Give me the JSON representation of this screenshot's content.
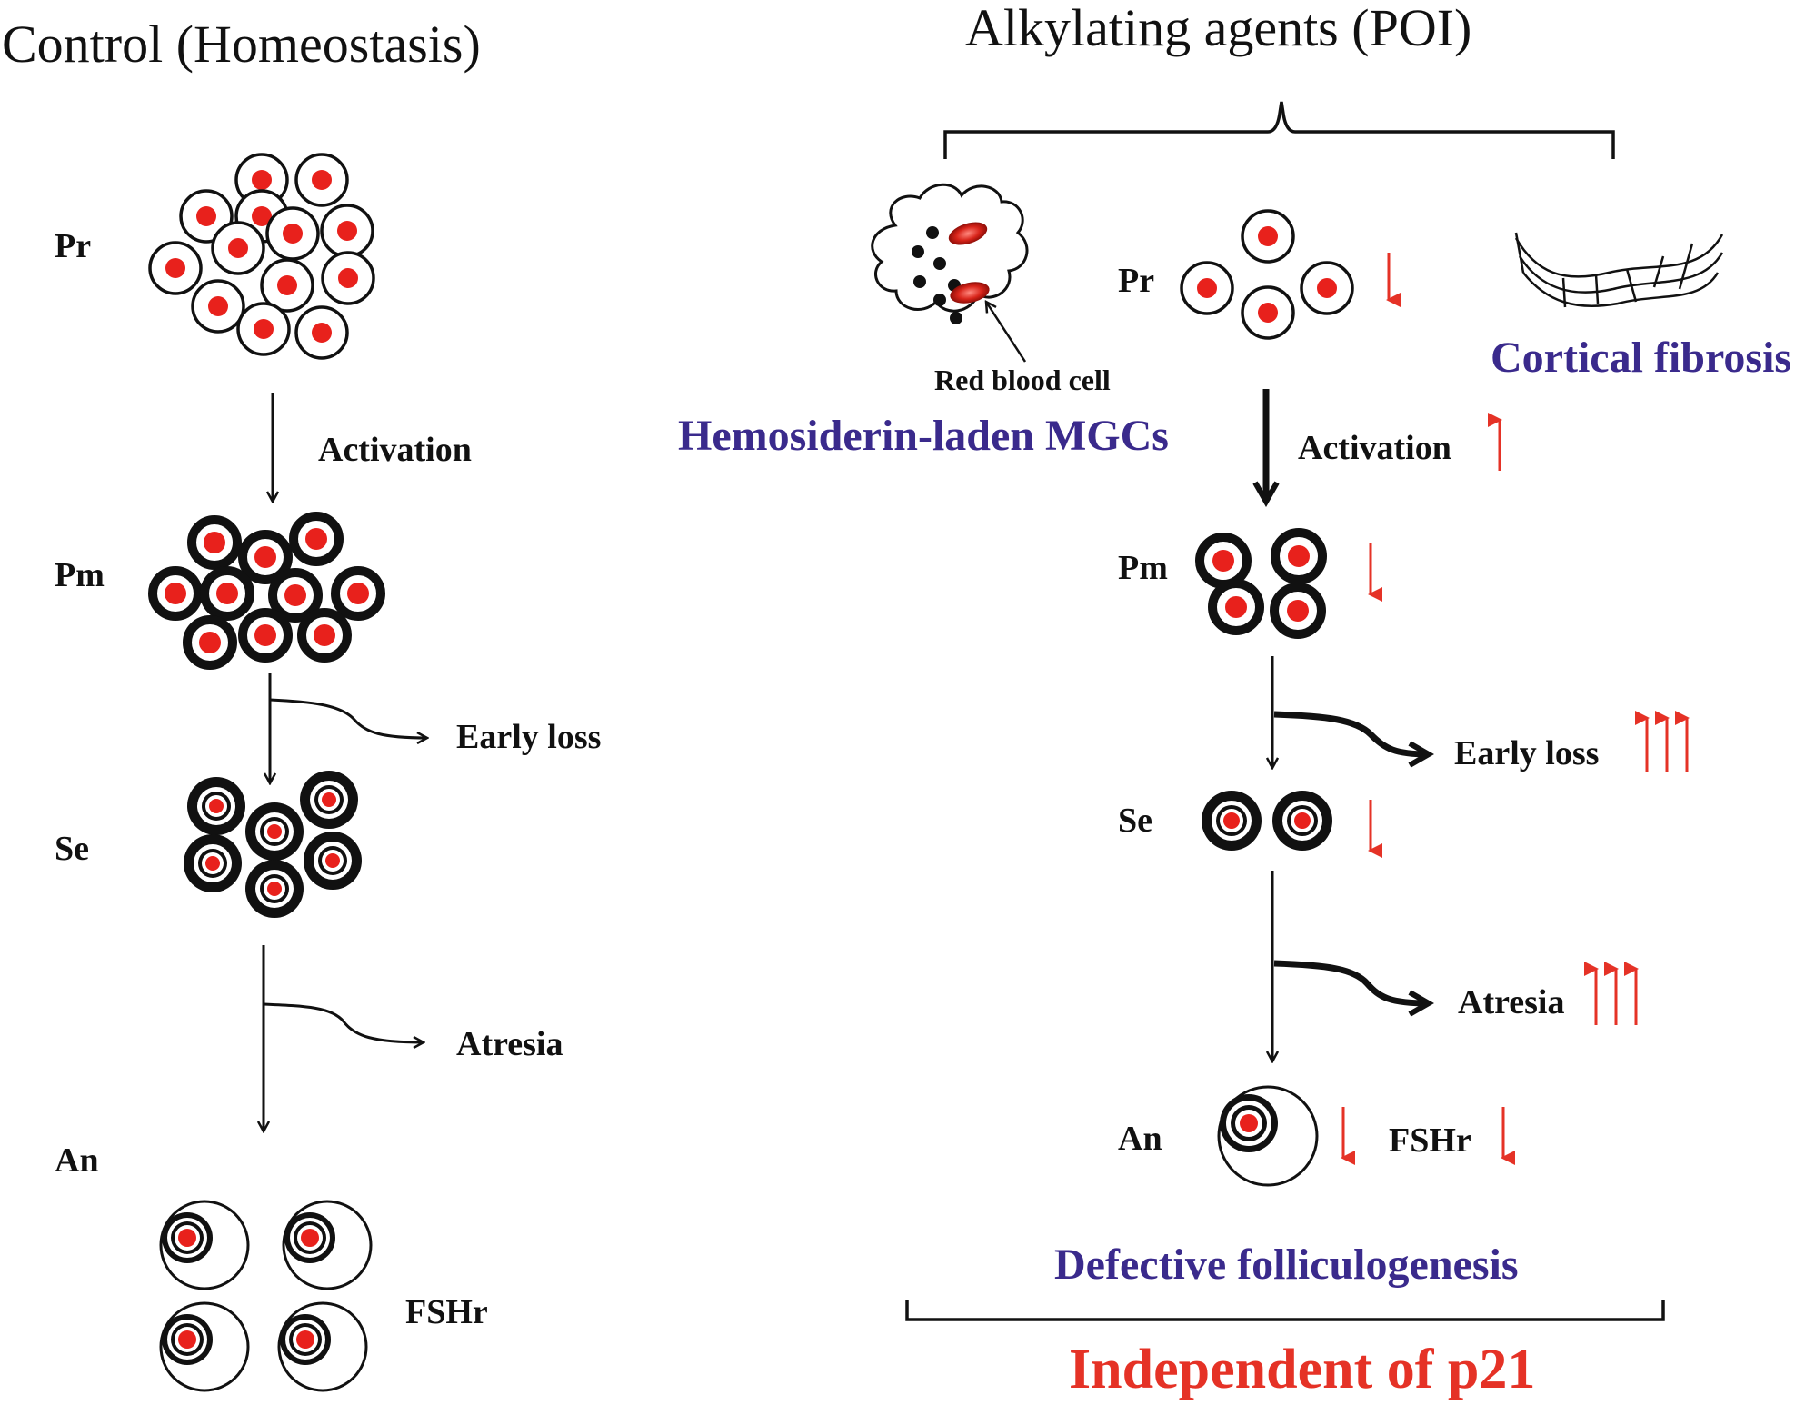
{
  "control": {
    "title": "Control (Homeostasis)",
    "stages": {
      "pr": "Pr",
      "pm": "Pm",
      "se": "Se",
      "an": "An"
    },
    "activation": "Activation",
    "early_loss": "Early loss",
    "atresia": "Atresia",
    "fshr": "FSHr"
  },
  "poi": {
    "title": "Alkylating agents (POI)",
    "red_blood_cell": "Red blood cell",
    "mgcs": "Hemosiderin-laden MGCs",
    "cortical_fibrosis": "Cortical fibrosis",
    "stages": {
      "pr": "Pr",
      "pm": "Pm",
      "se": "Se",
      "an": "An"
    },
    "activation": "Activation",
    "early_loss": "Early loss",
    "atresia": "Atresia",
    "fshr": "FSHr",
    "defective": "Defective folliculogenesis",
    "independent": "Independent of p21"
  },
  "colors": {
    "nucleus": "#e8211c",
    "ink": "#111111",
    "purple_text": "#3a2a8c",
    "red_text": "#e53226"
  }
}
